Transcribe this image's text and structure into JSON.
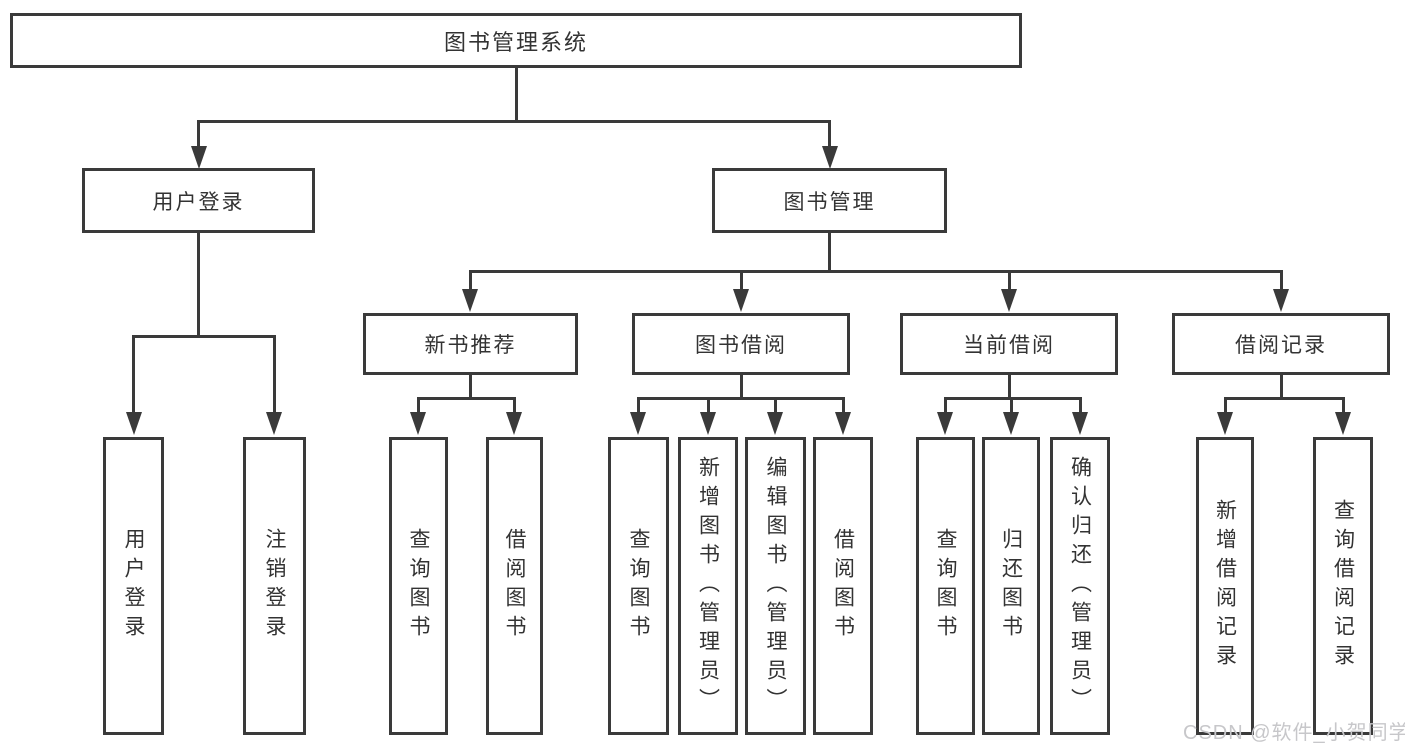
{
  "nodes": {
    "root": {
      "label": "图书管理系统"
    },
    "level2": {
      "user_login": {
        "label": "用户登录"
      },
      "book_mgmt": {
        "label": "图书管理"
      }
    },
    "level3": {
      "new_books": {
        "label": "新书推荐"
      },
      "book_borrow": {
        "label": "图书借阅"
      },
      "current_borrow": {
        "label": "当前借阅"
      },
      "borrow_records": {
        "label": "借阅记录"
      }
    },
    "leaves": [
      {
        "label": "用户登录"
      },
      {
        "label": "注销登录"
      },
      {
        "label": "查询图书"
      },
      {
        "label": "借阅图书"
      },
      {
        "label": "查询图书"
      },
      {
        "label": "新增图书（管理员）"
      },
      {
        "label": "编辑图书（管理员）"
      },
      {
        "label": "借阅图书"
      },
      {
        "label": "查询图书"
      },
      {
        "label": "归还图书"
      },
      {
        "label": "确认归还（管理员）"
      },
      {
        "label": "新增借阅记录"
      },
      {
        "label": "查询借阅记录"
      }
    ]
  },
  "watermark": {
    "text": "CSDN @软件_小贺同学"
  },
  "colors": {
    "line": "#3a3a3a",
    "text": "#333333",
    "watermark": "#c7c7ca",
    "background": "#ffffff"
  }
}
